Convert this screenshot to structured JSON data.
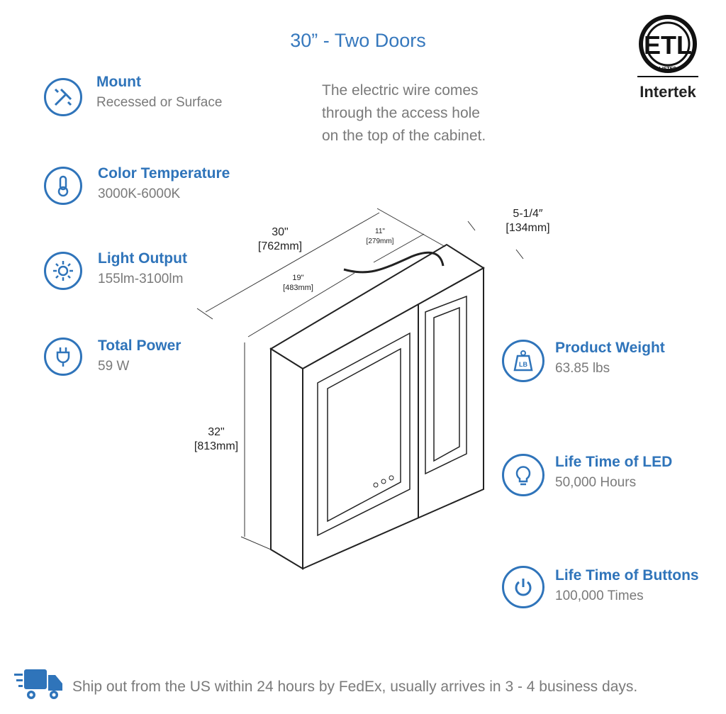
{
  "title": "30” - Two Doors",
  "note": [
    "The electric wire comes",
    "through the access hole",
    "on the top of the cabinet."
  ],
  "certification": {
    "logo_text": "ETL",
    "listed": "LISTED",
    "brand": "Intertek"
  },
  "specs_left": [
    {
      "label": "Mount",
      "value": "Recessed or Surface",
      "icon": "tools-icon"
    },
    {
      "label": "Color Temperature",
      "value": "3000K-6000K",
      "icon": "thermometer-icon"
    },
    {
      "label": "Light Output",
      "value": "155lm-3100lm",
      "icon": "sun-icon"
    },
    {
      "label": "Total Power",
      "value": "59 W",
      "icon": "plug-icon"
    }
  ],
  "specs_right": [
    {
      "label": "Product Weight",
      "value": "63.85 lbs",
      "icon": "weight-icon",
      "icon_text": "LB"
    },
    {
      "label": "Life Time of LED",
      "value": "50,000 Hours",
      "icon": "bulb-icon"
    },
    {
      "label": "Life Time of Buttons",
      "value": "100,000 Times",
      "icon": "power-icon"
    }
  ],
  "dimensions": {
    "width": {
      "in": "30\"",
      "mm": "[762mm]"
    },
    "left_offset": {
      "in": "19\"",
      "mm": "[483mm]"
    },
    "right_offset": {
      "in": "11\"",
      "mm": "[279mm]"
    },
    "depth": {
      "in": "5-1/4″",
      "mm": "[134mm]"
    },
    "height": {
      "in": "32\"",
      "mm": "[813mm]"
    }
  },
  "shipping": "Ship out from the US within 24 hours by FedEx, usually arrives in 3 - 4 business days."
}
